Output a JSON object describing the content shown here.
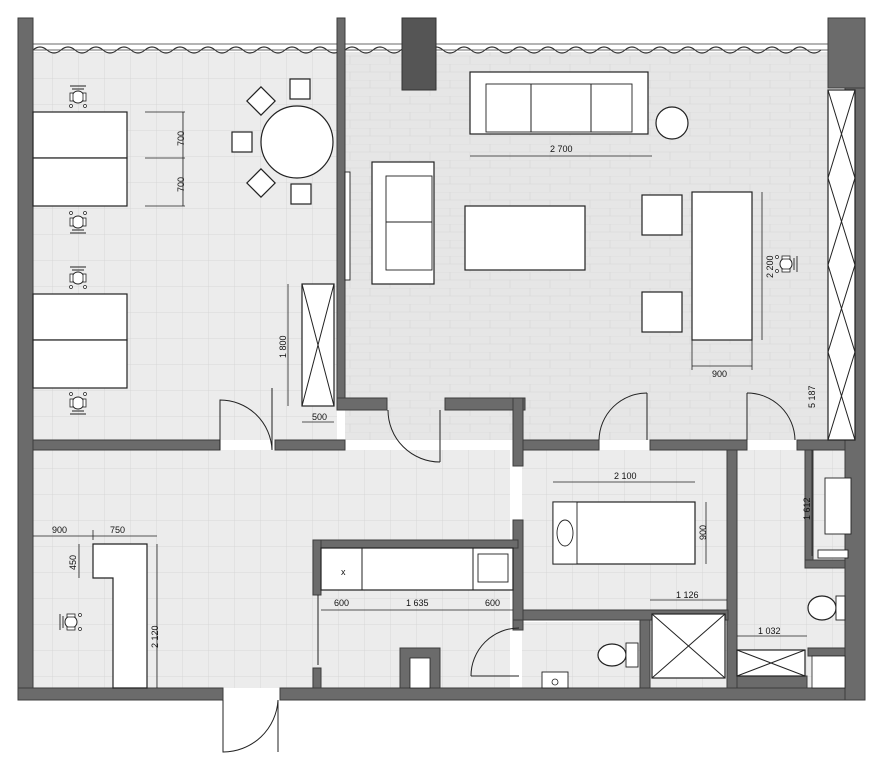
{
  "colors": {
    "wall": "#6b6b6b",
    "tile_floor": "#ececec",
    "parquet_floor": "#e6e6e6",
    "furniture": "#ffffff",
    "lines": "#222222"
  },
  "dimensions": {
    "d2700": "2 700",
    "d2200": "2 200",
    "d900_table": "900",
    "d5187": "5 187",
    "d700_top": "700",
    "d700_bottom": "700",
    "d1800": "1 800",
    "d500": "500",
    "d2100": "2 100",
    "d900_bed": "900",
    "d1612": "1 612",
    "d1126": "1 126",
    "d1032": "1 032",
    "d900_reception": "900",
    "d750": "750",
    "d450": "450",
    "d2120": "2 120",
    "d600_left": "600",
    "d1635": "1 635",
    "d600_right": "600"
  },
  "labels": {
    "sink_mark": "x"
  },
  "icons": {
    "door": "door-swing-icon",
    "chair": "office-chair-icon",
    "toilet": "toilet-icon",
    "sink": "sink-icon",
    "shower": "shower-tray-icon"
  }
}
